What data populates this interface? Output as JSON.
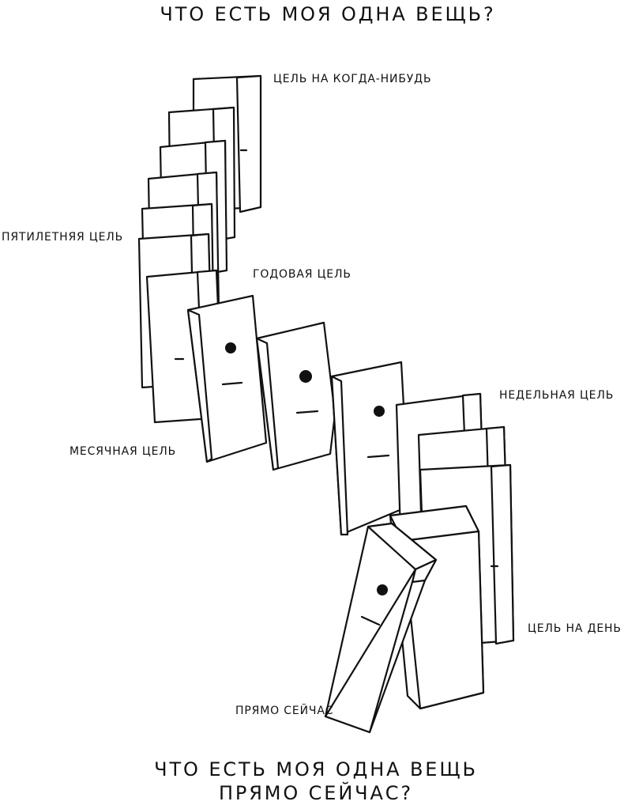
{
  "headings": {
    "top": "ЧТО ЕСТЬ МОЯ ОДНА ВЕЩЬ?",
    "bottom_line1": "ЧТО ЕСТЬ МОЯ ОДНА ВЕЩЬ",
    "bottom_line2": "ПРЯМО СЕЙЧАС?"
  },
  "labels": {
    "someday": "ЦЕЛЬ НА КОГДА-НИБУДЬ",
    "five_year": "ПЯТИЛЕТНЯЯ ЦЕЛЬ",
    "year": "ГОДОВАЯ ЦЕЛЬ",
    "month": "МЕСЯЧНАЯ ЦЕЛЬ",
    "week": "НЕДЕЛЬНАЯ ЦЕЛЬ",
    "day": "ЦЕЛЬ НА ДЕНЬ",
    "now": "ПРЯМО СЕЙЧАС"
  },
  "colors": {
    "ink": "#111111",
    "paper": "#ffffff"
  }
}
